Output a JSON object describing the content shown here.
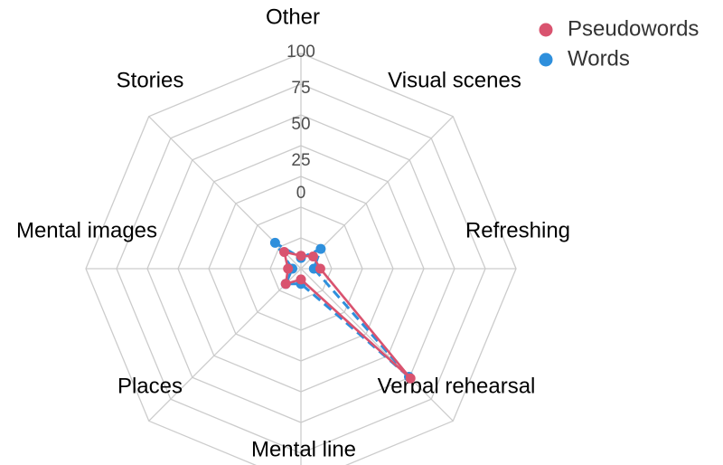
{
  "chart_data": {
    "type": "radar",
    "axes": [
      "Other",
      "Visual scenes",
      "Refreshing",
      "Verbal rehearsal",
      "Mental line",
      "Places",
      "Mental images",
      "Stories"
    ],
    "rticks": [
      0,
      25,
      50,
      75,
      100
    ],
    "rlim": [
      0,
      100
    ],
    "grid": true,
    "legend_position": "top-right",
    "series": [
      {
        "name": "Pseudowords",
        "color": "#d9536f",
        "line_style": "solid",
        "values": [
          6,
          8,
          9,
          72,
          5,
          10,
          6,
          11
        ]
      },
      {
        "name": "Words",
        "color": "#2e8fdc",
        "line_style": "dashed",
        "values": [
          5,
          13,
          6,
          71,
          7,
          10,
          4,
          17
        ]
      }
    ]
  }
}
